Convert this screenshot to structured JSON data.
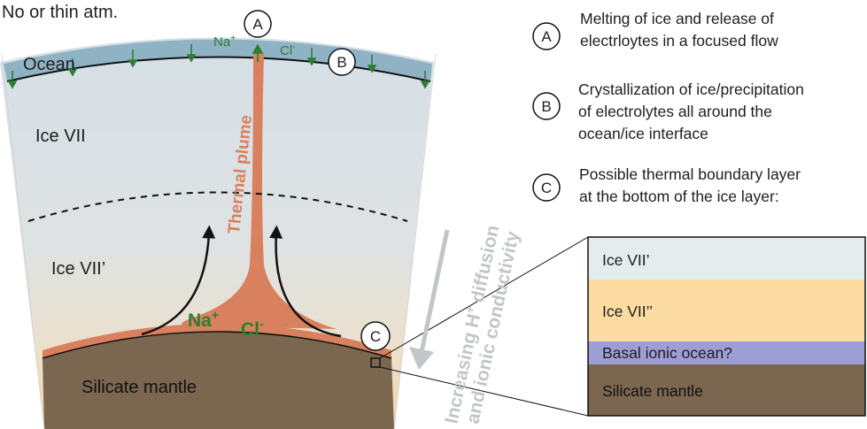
{
  "header": {
    "atmosphere": "No or thin atm."
  },
  "layers": {
    "ocean": "Ocean",
    "ice_vii": "Ice VII",
    "ice_vii_prime": "Ice VII’",
    "mantle": "Silicate mantle",
    "plume": "Thermal plume"
  },
  "ions": {
    "top_na": "Na",
    "top_na_sup": "+",
    "top_cl": "Cl",
    "top_cl_sup": "-",
    "bottom_na": "Na",
    "bottom_na_sup": "+",
    "bottom_cl": "Cl",
    "bottom_cl_sup": "-"
  },
  "markers": {
    "a": "A",
    "b": "B",
    "c": "C"
  },
  "diffusion_arrow": {
    "line1": "Increasing H",
    "line1_sup": "+",
    "line1_rest": " diffusion",
    "line2": "and ionic conductivity"
  },
  "legend": [
    {
      "key": "A",
      "lines": [
        "Melting of ice and release of",
        "electrloytes in a focused flow"
      ]
    },
    {
      "key": "B",
      "lines": [
        "Crystallization of ice/precipitation",
        "of electrolytes all around the",
        "ocean/ice interface"
      ]
    },
    {
      "key": "C",
      "lines": [
        "Possible thermal boundary layer",
        "at the bottom of the ice layer:"
      ]
    }
  ],
  "inset": {
    "layers": [
      "Ice VII’",
      "Ice VII’’",
      "Basal ionic ocean?",
      "Silicate mantle"
    ]
  },
  "colors": {
    "ocean": "#8fb3c4",
    "ice": "#d7e0e6",
    "warm_ice": "#f5d9a8",
    "plume": "#d9805f",
    "mantle": "#7b6650",
    "basal_ocean": "#9e9ed6",
    "inset_top": "#e4ecec",
    "inset_mid": "#fbdba2",
    "gray_arrow": "#c3c6c8",
    "ion_green": "#2e7d32"
  }
}
